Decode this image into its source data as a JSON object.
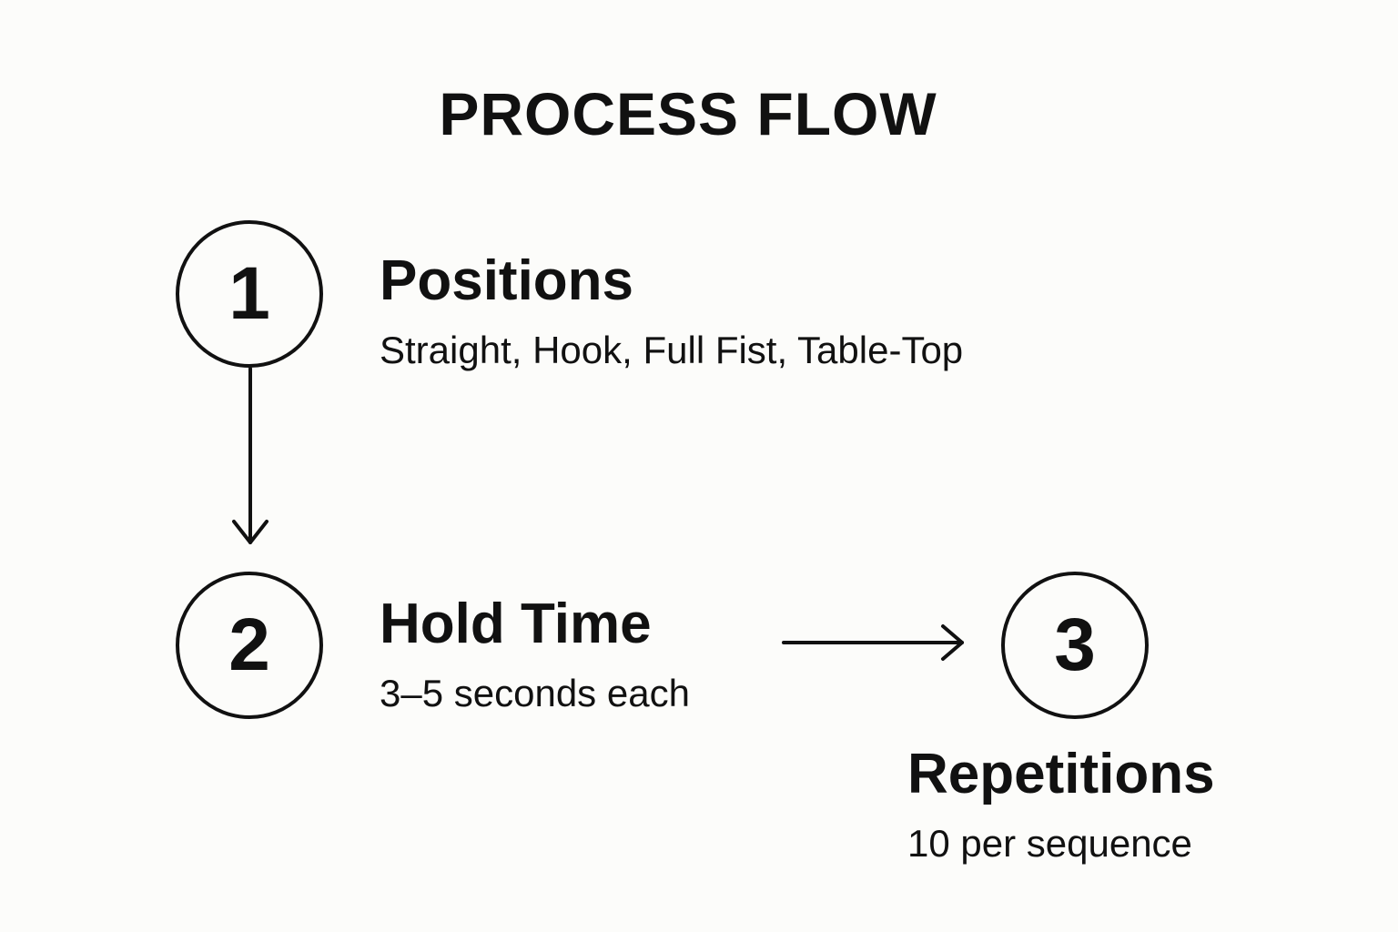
{
  "title": "PROCESS FLOW",
  "steps": [
    {
      "number": "1",
      "title": "Positions",
      "description": "Straight, Hook, Full Fist, Table-Top"
    },
    {
      "number": "2",
      "title": "Hold Time",
      "description": "3–5 seconds each"
    },
    {
      "number": "3",
      "title": "Repetitions",
      "description": "10 per sequence"
    }
  ],
  "colors": {
    "background": "#fcfcfa",
    "ink": "#111111"
  }
}
